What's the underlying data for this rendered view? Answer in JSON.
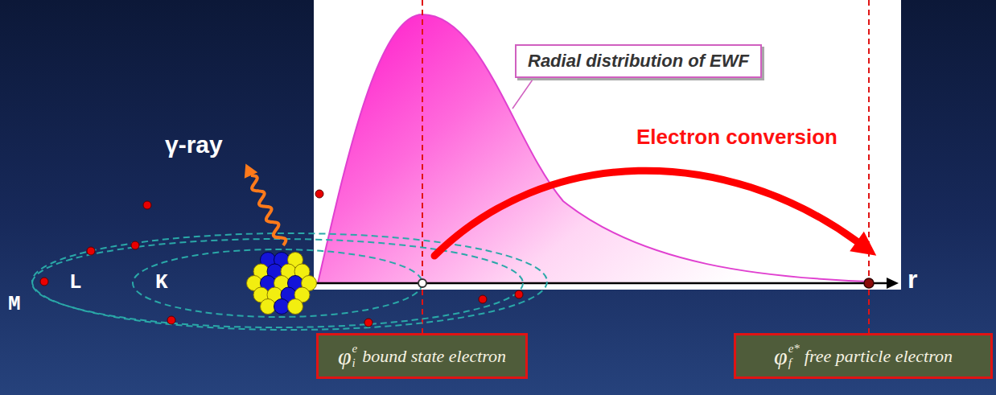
{
  "diagram": {
    "nodes": [
      {
        "text": [
          "Radial distribution of EWF"
        ]
      },
      {
        "text": [
          "φ",
          "i",
          "e",
          "bound state electron"
        ]
      },
      {
        "text": [
          "φ",
          "f",
          "e*",
          "free particle electron"
        ]
      }
    ],
    "labels": [
      "γ-ray",
      "Electron conversion",
      "M",
      "L",
      "K",
      "r"
    ]
  }
}
